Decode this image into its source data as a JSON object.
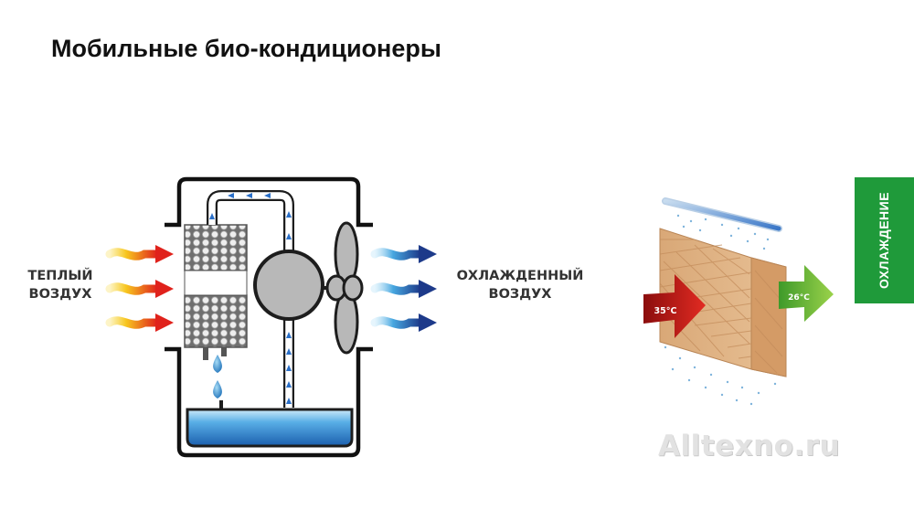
{
  "slide": {
    "title": "Мобильные био-кондиционеры"
  },
  "diagram": {
    "warm_label_line1": "ТЕПЛЫЙ",
    "warm_label_line2": "ВОЗДУХ",
    "cool_label_line1": "ОХЛАЖДЕННЫЙ",
    "cool_label_line2": "ВОЗДУХ"
  },
  "pad_illustration": {
    "inlet_temp": "35°C",
    "outlet_temp": "26°C"
  },
  "side_tab": {
    "label": "ОХЛАЖДЕНИЕ"
  },
  "watermark": {
    "text": "Alltexno.ru"
  },
  "colors": {
    "warm_arrow_start": "#f7c51e",
    "warm_arrow_end": "#e0221c",
    "cool_arrow_start": "#9fd8f5",
    "cool_arrow_end": "#1d3a8a",
    "water": "#2f8fd6",
    "side_tab": "#1f9a3a"
  }
}
